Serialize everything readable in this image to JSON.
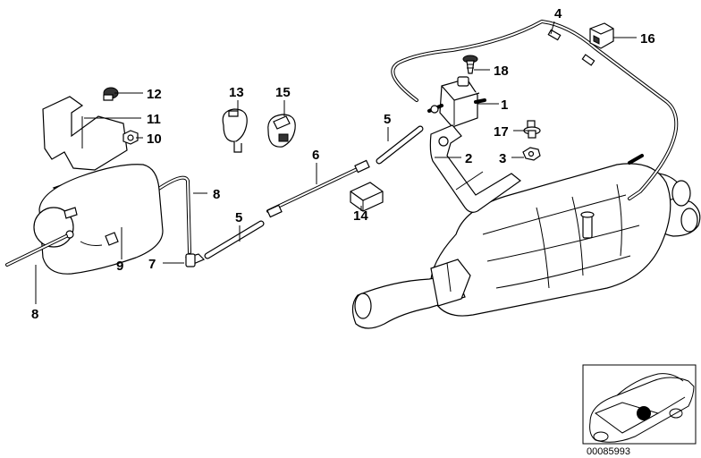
{
  "diagram": {
    "callouts": {
      "c1": "1",
      "c2": "2",
      "c3": "3",
      "c4": "4",
      "c5a": "5",
      "c5b": "5",
      "c6": "6",
      "c7": "7",
      "c8a": "8",
      "c8b": "8",
      "c9": "9",
      "c10": "10",
      "c11": "11",
      "c12": "12",
      "c13": "13",
      "c14": "14",
      "c15": "15",
      "c16": "16",
      "c17": "17",
      "c18": "18"
    },
    "reference_number": "00085993"
  }
}
